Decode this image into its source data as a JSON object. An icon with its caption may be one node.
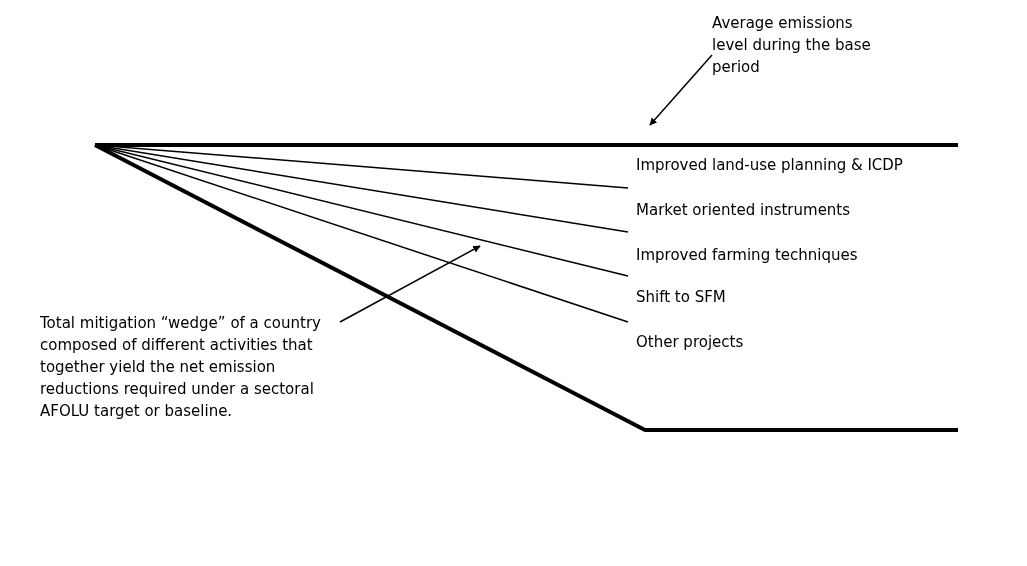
{
  "diagram": {
    "nodes": [
      {
        "text": [
          "Average emissions level during the base period"
        ]
      },
      {
        "text": [],
        "shape": "line"
      },
      {
        "text": [
          "Total mitigation “wedge” of a country composed of different activities that together yield the net emission reductions required under a sectoral AFOLU target or baseline."
        ]
      },
      {
        "text": [],
        "shape": "line"
      }
    ],
    "edges": [
      {
        "from": 0,
        "to": 1,
        "arrow": "to"
      },
      {
        "from": 2,
        "to": 3,
        "arrow": "to"
      }
    ],
    "labels": [
      "Improved land-use planning & ICDP",
      "Market oriented instruments",
      "Improved farming techniques",
      "Shift to SFM",
      "Other projects"
    ]
  }
}
